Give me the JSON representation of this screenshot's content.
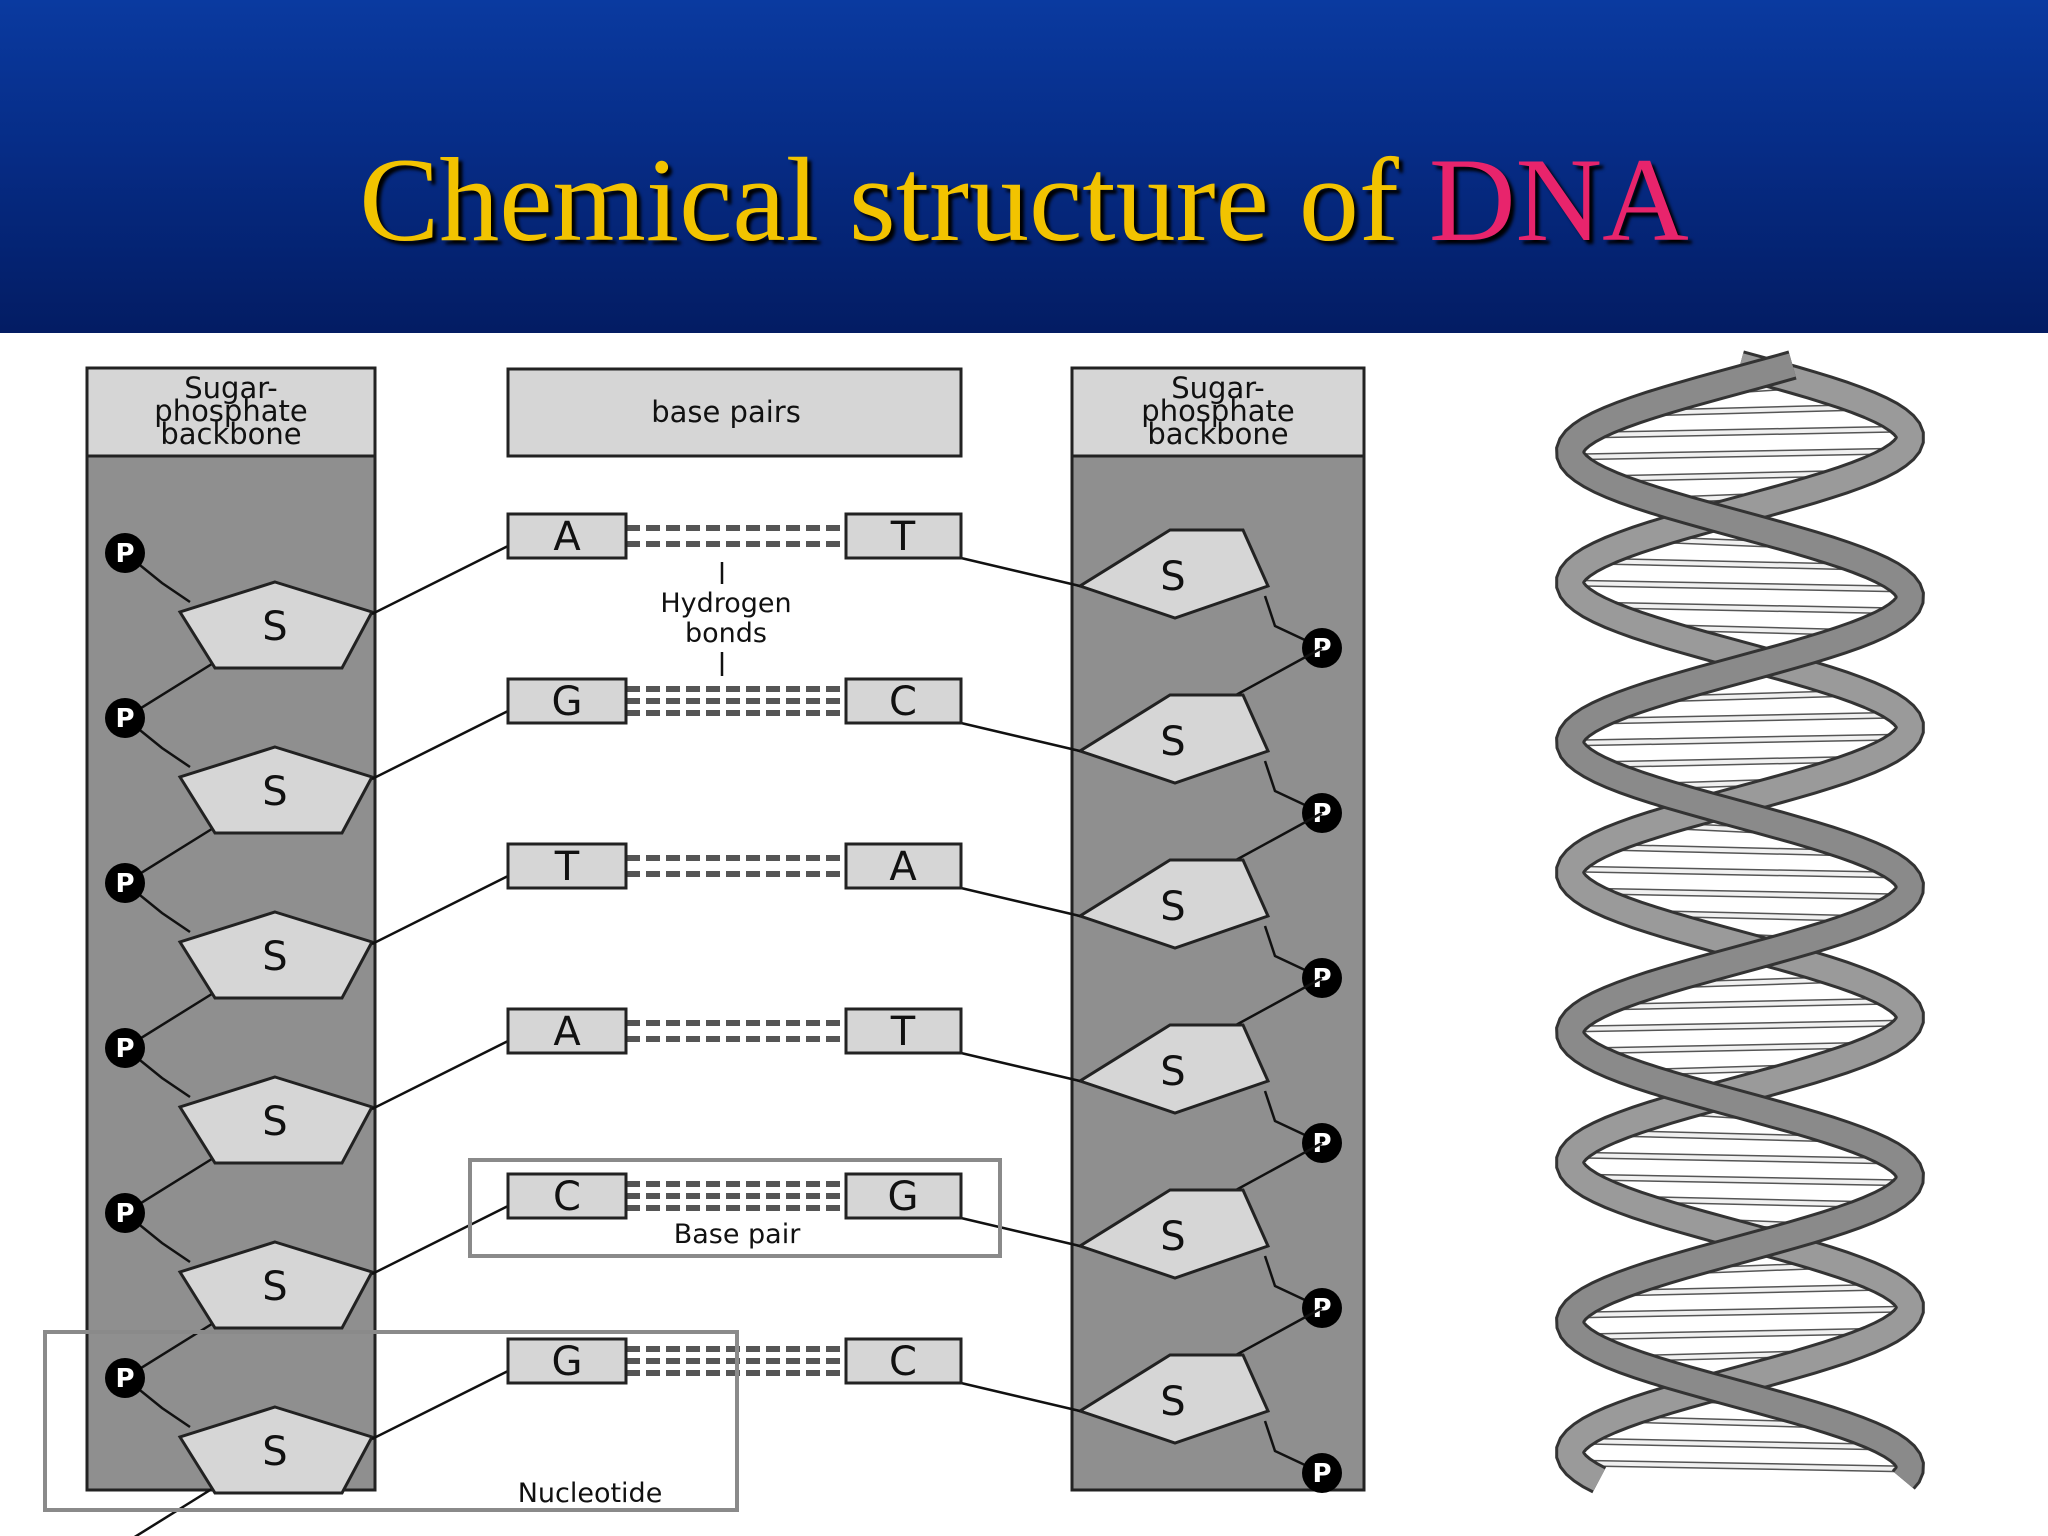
{
  "slide": {
    "title_main": "Chemical structure of",
    "title_accent": "DNA",
    "colors": {
      "header_bg": "#062c86",
      "title": "#f2c300",
      "accent": "#e8246c",
      "panel": "#8f8f8f",
      "fill_light": "#d6d6d6"
    }
  },
  "diagram": {
    "left_header": [
      "Sugar-",
      "phosphate",
      "backbone"
    ],
    "right_header": [
      "Sugar-",
      "phosphate",
      "backbone"
    ],
    "center_header": "base pairs",
    "phosphate_label": "P",
    "sugar_label": "S",
    "pairs": [
      {
        "left": "A",
        "right": "T"
      },
      {
        "left": "G",
        "right": "C"
      },
      {
        "left": "T",
        "right": "A"
      },
      {
        "left": "A",
        "right": "T"
      },
      {
        "left": "C",
        "right": "G"
      },
      {
        "left": "G",
        "right": "C"
      }
    ],
    "hydrogen_label": [
      "Hydrogen",
      "bonds"
    ],
    "base_pair_label": "Base pair",
    "nucleotide_label": "Nucleotide"
  },
  "helix": {
    "icon": "double-helix-icon"
  }
}
